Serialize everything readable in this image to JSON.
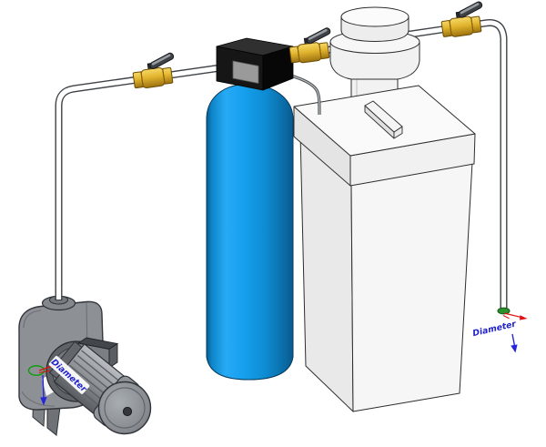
{
  "viewport": {
    "background": "#FFFFFF",
    "annotations": {
      "left": {
        "label": "Diameter",
        "color": "#2222CC"
      },
      "right": {
        "label": "Diameter",
        "color": "#2222CC"
      }
    },
    "components": {
      "pump": "centrifugal-pump",
      "resin_tank": "softener-resin-tank",
      "control_head": "control-valve-head",
      "brine_tank": "brine-tank",
      "filter_housing": "filter-housing",
      "ball_valve_count": 3
    },
    "colors": {
      "tank_blue": "#17A0EE",
      "brass_valve": "#E2B42E",
      "pump_gray": "#8D9196",
      "head_black": "#161616",
      "pipe_white": "#FFFFFF",
      "pipe_outline": "#3F4246",
      "axis_red": "#E01010",
      "axis_green": "#0A9B0A",
      "axis_blue": "#2626D8"
    }
  }
}
